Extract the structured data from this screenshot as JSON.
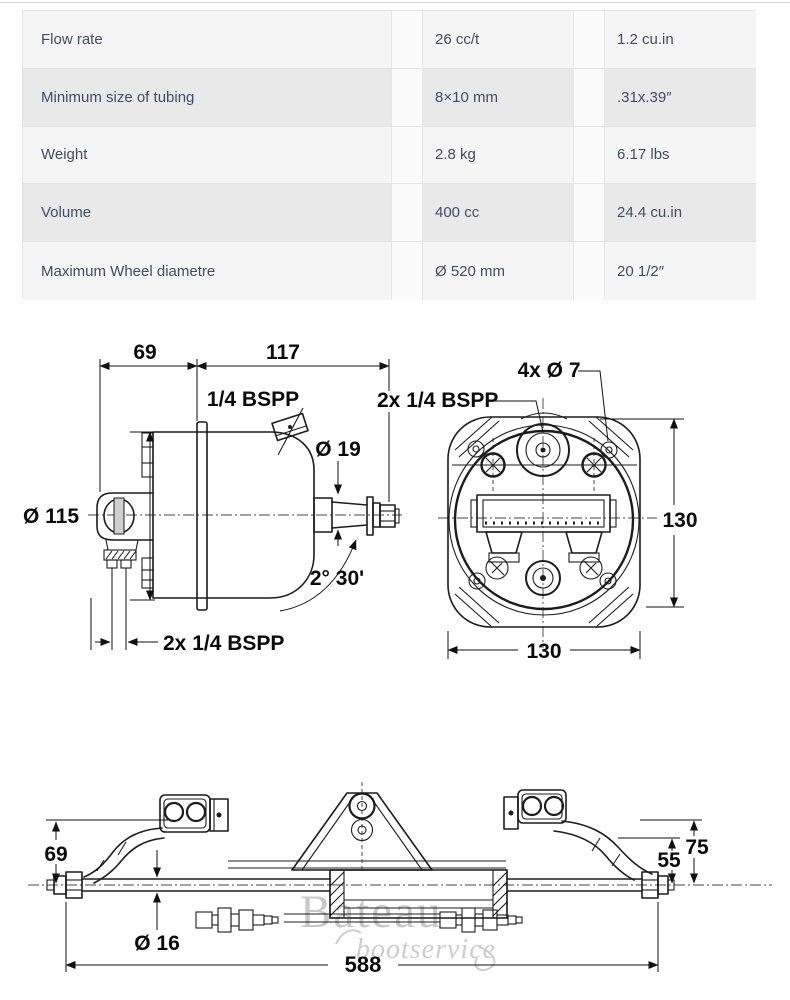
{
  "table": {
    "rows": [
      {
        "label": "Flow rate",
        "metric": "26 cc/t",
        "imperial": "1.2 cu.in"
      },
      {
        "label": "Minimum size of tubing",
        "metric": "8×10 mm",
        "imperial": ".31x.39″"
      },
      {
        "label": "Weight",
        "metric": "2.8 kg",
        "imperial": "6.17 lbs"
      },
      {
        "label": "Volume",
        "metric": "400 cc",
        "imperial": "24.4 cu.in"
      },
      {
        "label": "Maximum Wheel diametre",
        "metric": "Ø 520 mm",
        "imperial": "20 1/2″"
      }
    ]
  },
  "drawings": {
    "side_view": {
      "dim_69": "69",
      "dim_117": "117",
      "port_top": "1/4 BSPP",
      "dia_shaft": "Ø 19",
      "dia_body": "Ø 115",
      "tilt_angle": "2° 30'",
      "ports_bottom": "2x 1/4 BSPP"
    },
    "front_view": {
      "holes": "4x Ø 7",
      "ports": "2x 1/4 BSPP",
      "dim_height": "130",
      "dim_width": "130"
    },
    "cylinder_view": {
      "dim_69": "69",
      "dia_rod": "Ø 16",
      "dim_55": "55",
      "dim_75": "75",
      "dim_length": "588"
    }
  },
  "watermark": {
    "line1": "Bateau",
    "line2": "bootservice"
  },
  "colors": {
    "text": "#414b63",
    "row_light": "#f5f5f6",
    "row_dark": "#e9e9ea",
    "drawing_line": "#1c1c1c",
    "watermark": "#c8c8c8"
  }
}
